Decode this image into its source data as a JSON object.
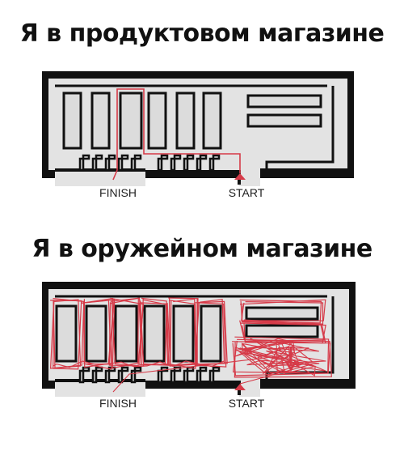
{
  "panel_top": {
    "caption": "Я в продуктовом магазине",
    "finish_label": "FINISH",
    "start_label": "START"
  },
  "panel_bottom": {
    "caption": "Я в оружейном магазине",
    "finish_label": "FINISH",
    "start_label": "START"
  },
  "colors": {
    "wall": "#111111",
    "floor": "#e3e3e3",
    "fixture": "#dcdcdc",
    "path": "#d63a48"
  }
}
